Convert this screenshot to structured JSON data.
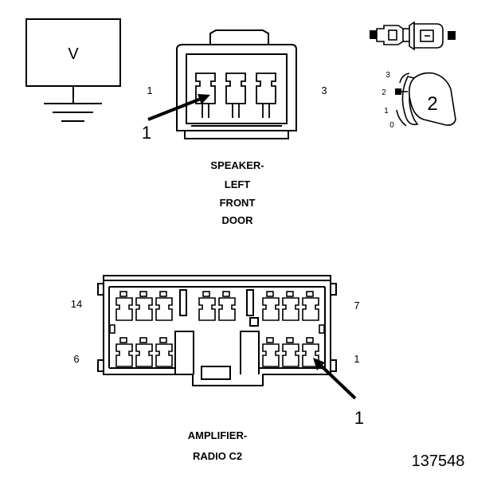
{
  "meter": {
    "symbol": "V"
  },
  "speaker_connector": {
    "pin_left": "1",
    "pin_right": "3",
    "callout": "1",
    "caption": [
      "SPEAKER-",
      "LEFT",
      "FRONT",
      "DOOR"
    ]
  },
  "probe_inset": {
    "scale": [
      "3",
      "2",
      "1",
      "0"
    ],
    "callout": "2"
  },
  "amplifier_connector": {
    "pin_top_left": "14",
    "pin_top_right": "7",
    "pin_bottom_left": "6",
    "pin_bottom_right": "1",
    "callout": "1",
    "caption": [
      "AMPLIFIER-",
      "RADIO C2"
    ]
  },
  "figure_number": "137548"
}
